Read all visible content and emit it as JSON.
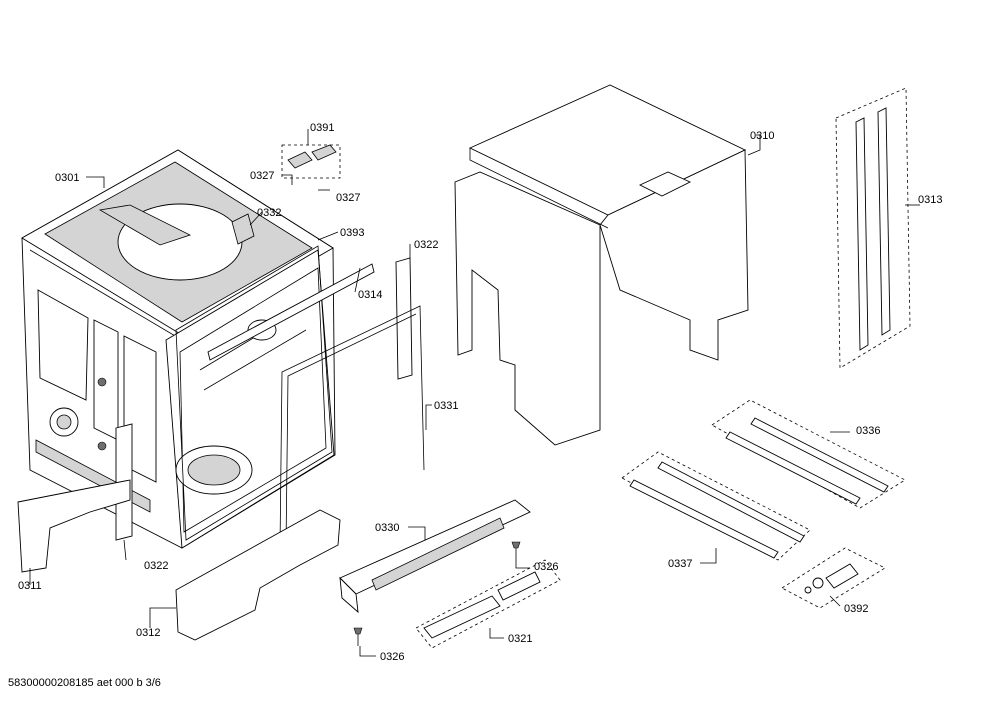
{
  "callouts": {
    "c0301": "0301",
    "c0391": "0391",
    "c0327a": "0327",
    "c0327b": "0327",
    "c0332": "0332",
    "c0393": "0393",
    "c0314": "0314",
    "c0322a": "0322",
    "c0322b": "0322",
    "c0310": "0310",
    "c0313": "0313",
    "c0331": "0331",
    "c0336": "0336",
    "c0330": "0330",
    "c0326a": "0326",
    "c0326b": "0326",
    "c0337": "0337",
    "c0311": "0311",
    "c0312": "0312",
    "c0321": "0321",
    "c0392": "0392"
  },
  "footer": {
    "drawing_id": "5830000020818​5 aet 000 b 3/6"
  }
}
